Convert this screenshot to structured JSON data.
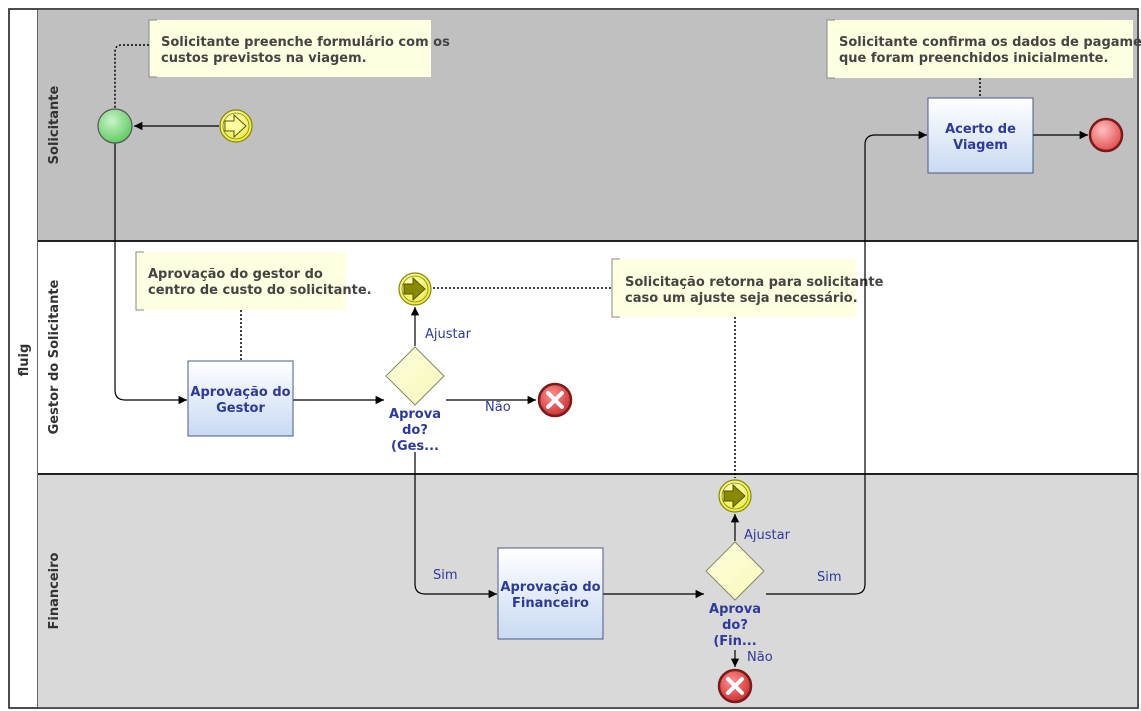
{
  "pool": {
    "label": "fluig"
  },
  "lanes": [
    {
      "id": "solicitante",
      "label": "Solicitante"
    },
    {
      "id": "gestor",
      "label": "Gestor do Solicitante"
    },
    {
      "id": "financeiro",
      "label": "Financeiro"
    }
  ],
  "annotations": {
    "a1": [
      "Solicitante preenche formulário com os",
      "custos previstos na viagem."
    ],
    "a2": [
      "Solicitante confirma os dados de pagamento",
      "que foram preenchidos inicialmente."
    ],
    "a3": [
      "Aprovação do gestor do",
      "centro de custo do solicitante."
    ],
    "a4": [
      "Solicitação retorna para solicitante",
      "caso um ajuste seja necessário."
    ]
  },
  "tasks": {
    "gestor": [
      "Aprovação do",
      "Gestor"
    ],
    "financeiro": [
      "Aprovação do",
      "Financeiro"
    ],
    "acerto": [
      "Acerto de",
      "Viagem"
    ]
  },
  "gateways": {
    "gestor": [
      "Aprova",
      "do?",
      "(Ges..."
    ],
    "financeiro": [
      "Aprova",
      "do?",
      "(Fin..."
    ]
  },
  "flow_labels": {
    "ajustar_gestor": "Ajustar",
    "nao_gestor": "Não",
    "sim_gestor": "Sim",
    "ajustar_fin": "Ajustar",
    "sim_fin": "Sim",
    "nao_fin": "Não"
  },
  "colors": {
    "lane_solicitante": "#c0c0c0",
    "lane_gestor": "#ffffff",
    "lane_financeiro": "#d9d9d9",
    "annotation": "#ffffe1",
    "task_top": "#ffffff",
    "task_bottom": "#c8daf2",
    "task_border": "#4a5a8a",
    "gateway": "#ffffcc",
    "start_event": "#7ddc7d",
    "end_event": "#e85a5a",
    "error_end": "#d33b3b",
    "intermediate": "#f5f56a",
    "text_blue": "#2e3a99"
  }
}
